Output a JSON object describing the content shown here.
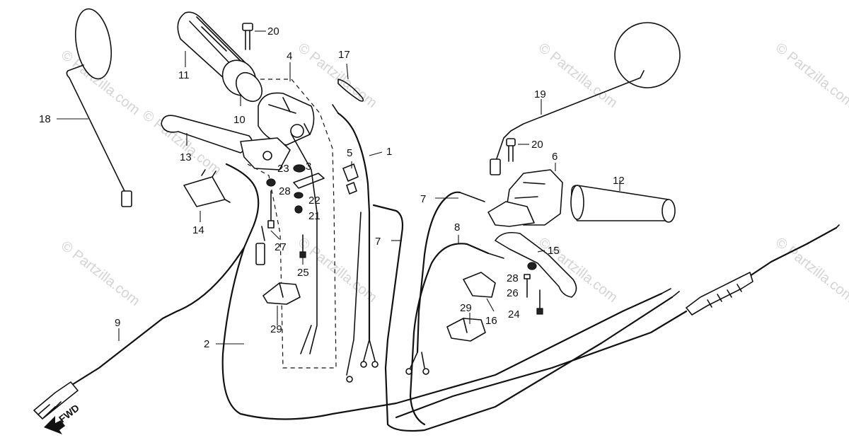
{
  "watermarks": [
    "© Partzilla.com",
    "© Partzilla.com",
    "© Partzilla.com",
    "© Partzilla.com",
    "© Partzilla.com",
    "© Partzilla.com",
    "© Partzilla.com",
    "© Partzilla.com",
    "© Partzilla.com"
  ],
  "fwd_label": "FWD",
  "callouts": [
    "1",
    "2",
    "3",
    "4",
    "5",
    "6",
    "7",
    "7",
    "8",
    "9",
    "10",
    "11",
    "12",
    "13",
    "14",
    "15",
    "16",
    "17",
    "18",
    "19",
    "20",
    "20",
    "21",
    "22",
    "23",
    "24",
    "25",
    "26",
    "27",
    "28",
    "28",
    "29",
    "29"
  ]
}
